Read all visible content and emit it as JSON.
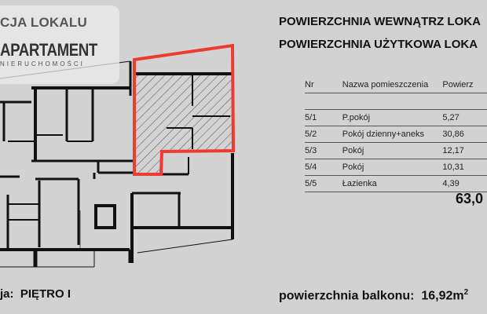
{
  "logo": {
    "top": "CJA LOKALU",
    "main": "APARTAMENT",
    "sub": "NIERUCHOMOŚCI"
  },
  "header": {
    "line1": "POWIERZCHNIA WEWNĄTRZ LOKA",
    "line2": "POWIERZCHNIA UŻYTKOWA LOKA"
  },
  "table": {
    "columns": [
      "Nr",
      "Nazwa pomieszczenia",
      "Powierz"
    ],
    "rows": [
      {
        "nr": "5/1",
        "name": "P.pokój",
        "area": "5,27"
      },
      {
        "nr": "5/2",
        "name": "Pokój dzienny+aneks",
        "area": "30,86"
      },
      {
        "nr": "5/3",
        "name": "Pokój",
        "area": "12,17"
      },
      {
        "nr": "5/4",
        "name": "Pokój",
        "area": "10,31"
      },
      {
        "nr": "5/5",
        "name": "Łazienka",
        "area": "4,39"
      }
    ],
    "total": "63,0"
  },
  "floor_label": "ja:  PIĘTRO I",
  "balcony": {
    "label": "powierzchnia balkonu:",
    "value": "16,92m",
    "unit_sup": "2"
  },
  "colors": {
    "background": "#d2d2d2",
    "highlight": "#ee3b32",
    "walls": "#111111"
  }
}
